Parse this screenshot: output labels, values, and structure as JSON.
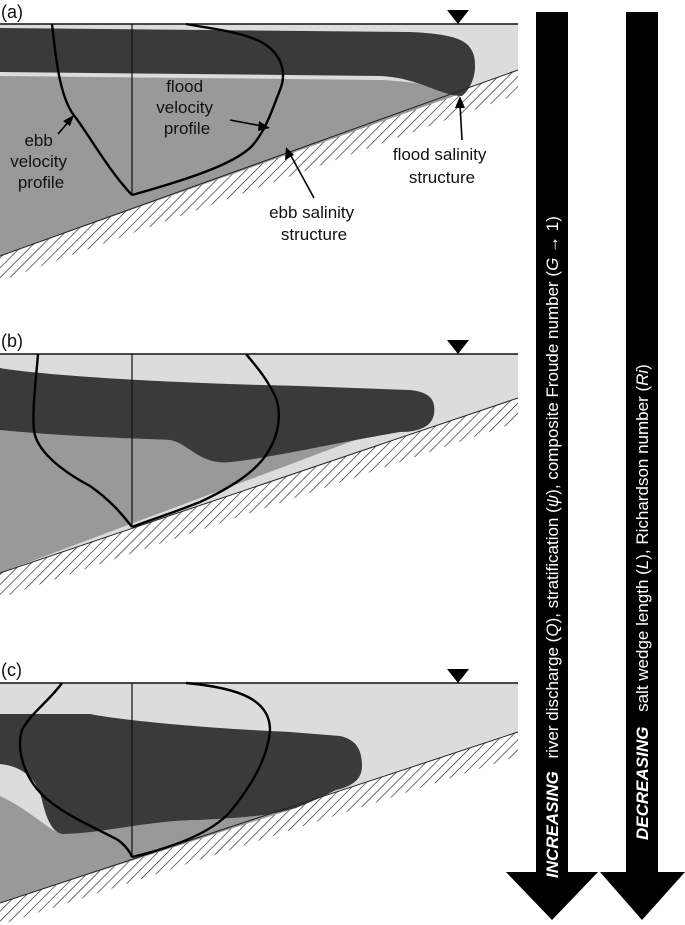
{
  "panels": [
    {
      "id": "a",
      "label": "(a)"
    },
    {
      "id": "b",
      "label": "(b)"
    },
    {
      "id": "c",
      "label": "(c)"
    }
  ],
  "annotations": {
    "ebb_velocity": [
      "ebb",
      "velocity",
      "profile"
    ],
    "flood_velocity": [
      "flood",
      "velocity",
      "profile"
    ],
    "ebb_salinity": [
      "ebb salinity",
      "structure"
    ],
    "flood_salinity": [
      "flood salinity",
      "structure"
    ]
  },
  "arrow_increasing": {
    "keyword": "INCREASING",
    "text_a": "river discharge (",
    "sym_q": "Q",
    "text_b": "), stratification (",
    "sym_psi": "ψ",
    "text_c": "), composite Froude number (",
    "sym_g": "G",
    "text_d": " → 1)"
  },
  "arrow_decreasing": {
    "keyword": "DECREASING",
    "text_a": "salt wedge length (",
    "sym_l": "L",
    "text_b": "), Richardson number (",
    "sym_ri": "Ri",
    "text_c": ")"
  },
  "colors": {
    "water": "#dcdcdc",
    "ebb_salinity": "#999999",
    "flood_salinity": "#3a3a3a",
    "arrow": "#000000"
  }
}
